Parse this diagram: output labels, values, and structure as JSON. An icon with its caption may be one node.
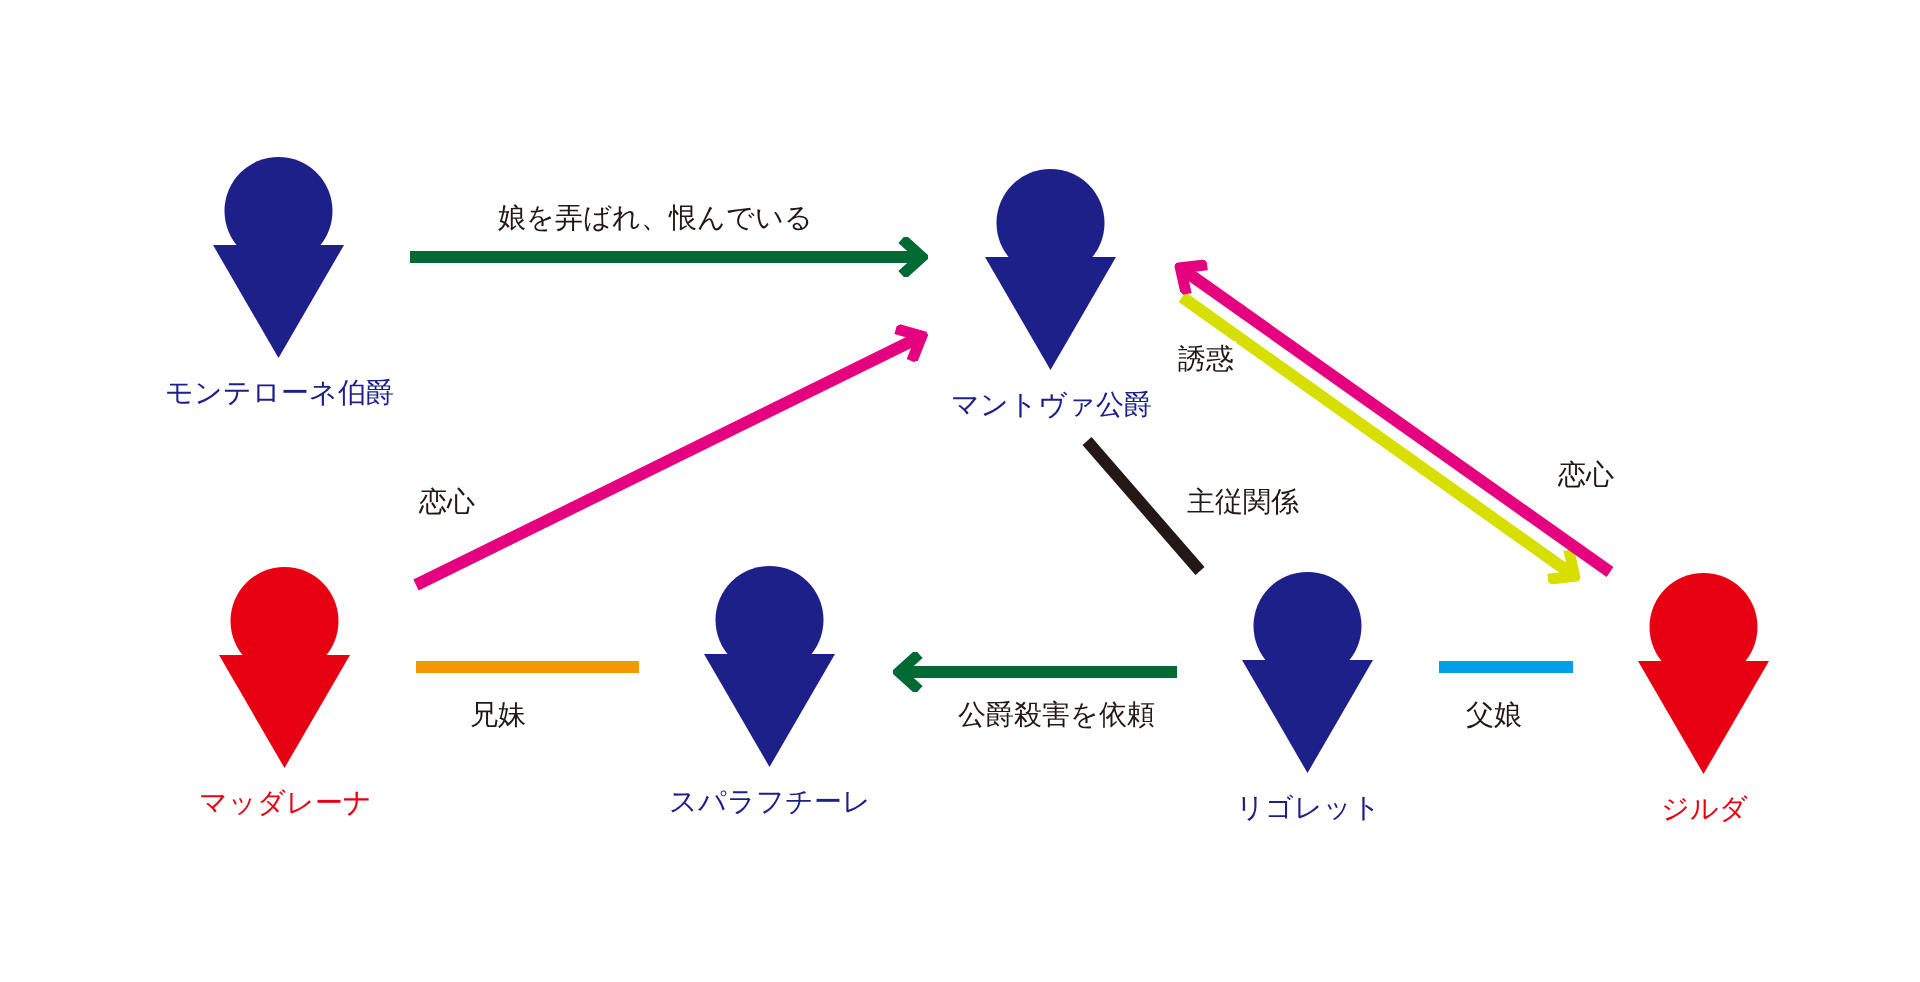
{
  "diagram": {
    "nodes": [
      {
        "text": [
          "モンテローネ伯爵"
        ]
      },
      {
        "text": [
          "マントヴァ公爵"
        ]
      },
      {
        "text": [
          "マッダレーナ"
        ]
      },
      {
        "text": [
          "スパラフチーレ"
        ]
      },
      {
        "text": [
          "リゴレット"
        ]
      },
      {
        "text": [
          "ジルダ"
        ]
      }
    ],
    "edges": [
      {
        "from": 0,
        "to": 1,
        "arrow": "to",
        "label": "娘を弄ばれ、恨んでいる",
        "color": "#006934"
      },
      {
        "from": 2,
        "to": 1,
        "arrow": "to",
        "label": "恋心",
        "color": "#e4007f"
      },
      {
        "from": 1,
        "to": 5,
        "arrow": "to",
        "label": "誘惑",
        "color": "#d7df01"
      },
      {
        "from": 5,
        "to": 1,
        "arrow": "to",
        "label": "恋心",
        "color": "#e4007f"
      },
      {
        "from": 1,
        "to": 4,
        "arrow": "none",
        "label": "主従関係",
        "color": "#231815"
      },
      {
        "from": 4,
        "to": 3,
        "arrow": "to",
        "label": "公爵殺害を依頼",
        "color": "#006934"
      },
      {
        "from": 2,
        "to": 3,
        "arrow": "none",
        "label": "兄妹",
        "color": "#f39800"
      },
      {
        "from": 4,
        "to": 5,
        "arrow": "none",
        "label": "父娘",
        "color": "#00a0e9"
      }
    ]
  }
}
